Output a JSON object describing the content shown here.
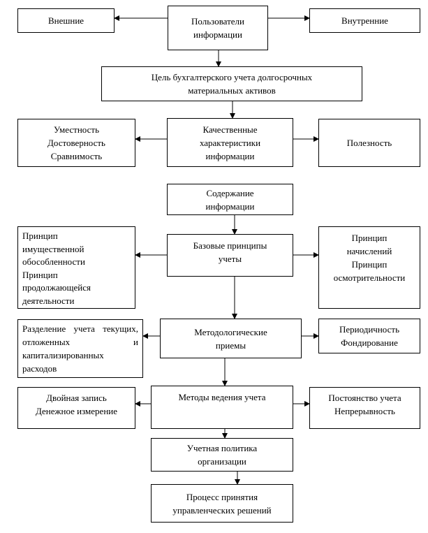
{
  "diagram": {
    "users": [
      "Пользователи",
      "информации"
    ],
    "external": [
      "Внешние"
    ],
    "internal": [
      "Внутренние"
    ],
    "goal": [
      "Цель бухгалтерского учета долгосрочных",
      "материальных активов"
    ],
    "qualities": [
      "Качественные",
      "характеристики",
      "информации"
    ],
    "quality_list": [
      "Уместность",
      "Достоверность",
      "Сравнимость"
    ],
    "usefulness": [
      "Полезность"
    ],
    "content": [
      "Содержание",
      "информации"
    ],
    "base_principles": [
      "Базовые принципы",
      "учеты"
    ],
    "principles_left": [
      "Принцип",
      "имущественной",
      "обособленности",
      "Принцип",
      "продолжающейся",
      "деятельности"
    ],
    "principles_right": [
      "Принцип",
      "начислений",
      "Принцип",
      "осмотрительности"
    ],
    "methodological": [
      "Методологические",
      "приемы"
    ],
    "method_left": "Разделение учета текущих, отложенных и капитализированных расходов",
    "method_right": [
      "Периодичность",
      "Фондирование"
    ],
    "accounting_methods": [
      "Методы ведения учета"
    ],
    "methods_left": [
      "Двойная запись",
      "Денежное измерение"
    ],
    "methods_right": [
      "Постоянство учета",
      "Непрерывность"
    ],
    "policy": [
      "Учетная политика",
      "организации"
    ],
    "decisions": [
      "Процесс принятия",
      "управленческих решений"
    ]
  }
}
